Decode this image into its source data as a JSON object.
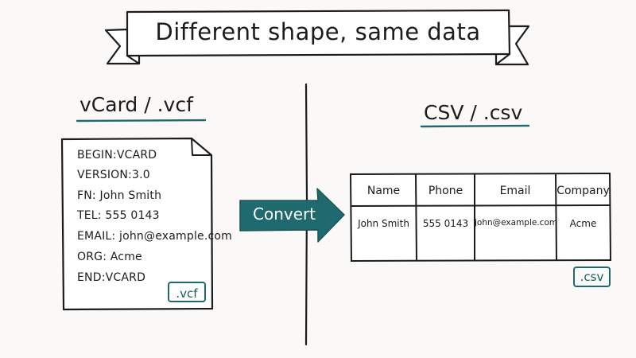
{
  "title": "Different shape, same data",
  "left": {
    "heading": "vCard / .vcf",
    "lines": [
      "BEGIN:VCARD",
      "VERSION:3.0",
      "FN: John Smith",
      "TEL: 555 0143",
      "EMAIL: john@example.com",
      "ORG: Acme",
      "END:VCARD"
    ],
    "badge": ".vcf"
  },
  "arrow": {
    "label": "Convert"
  },
  "right": {
    "heading": "CSV / .csv",
    "headers": [
      "Name",
      "Phone",
      "Email",
      "Company"
    ],
    "row": [
      "John Smith",
      "555 0143",
      "john@example.com",
      "Acme"
    ],
    "badge": ".csv"
  },
  "colors": {
    "accent": "#1f6a6e",
    "ink": "#1c1c1c",
    "background": "#fbf9f8"
  }
}
